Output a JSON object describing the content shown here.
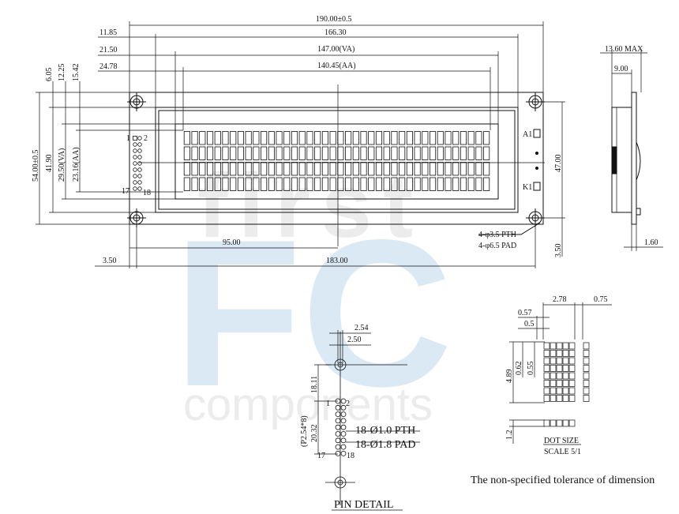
{
  "watermark": {
    "word_top": "first",
    "letters": "FC",
    "word_bottom": "components",
    "color": "#dbe9f5",
    "gray": "#ececec"
  },
  "front_view": {
    "dimensions": {
      "overall_width": "190.00±0.5",
      "width_1": "166.30",
      "view_area_width": "147.00(VA)",
      "active_area_width": "140.45(AA)",
      "off_1": "11.85",
      "off_2": "21.50",
      "off_3": "24.78",
      "v_off_1": "6.05",
      "v_off_2": "12.25",
      "v_off_3": "15.42",
      "overall_height": "54.00±0.5",
      "height_1": "41.90",
      "view_area_height": "29.50(VA)",
      "active_area_height": "23.16(AA)",
      "right_height": "47.00",
      "center_offset": "95.00",
      "left_margin": "3.50",
      "hole_pitch": "183.00",
      "bottom_margin": "3.50"
    },
    "labels": {
      "pin_1": "1",
      "pin_2": "2",
      "pin_17": "17",
      "pin_18": "18",
      "anode": "A1",
      "cathode": "K1",
      "holes_pth": "4-φ3.5 PTH",
      "holes_pad": "4-φ6.5 PAD"
    },
    "char_grid": {
      "columns": 40,
      "rows": 4
    }
  },
  "side_view": {
    "max_thickness": "13.60 MAX",
    "thickness_1": "9.00",
    "pcb_thickness": "1.60"
  },
  "pin_detail": {
    "title": "PIN DETAIL",
    "pitch_1": "2.54",
    "pitch_2": "2.50",
    "offset": "18.11",
    "span": "20.32",
    "pitch_note": "(P2.54*8)",
    "pin_1": "1",
    "pin_2": "2",
    "pin_17": "17",
    "pin_18": "18",
    "pth": "18-Ø1.0 PTH",
    "pad": "18-Ø1.8 PAD"
  },
  "dot_size": {
    "title": "DOT SIZE",
    "scale": "SCALE 5/1",
    "char_width": "2.78",
    "gap": "0.75",
    "dot_pitch": "0.57",
    "dot_width": "0.5",
    "char_height": "4.89",
    "dot_pitch_v": "0.62",
    "dot_height": "0.55",
    "cursor": "1.2"
  },
  "tolerance_note": "The non-specified tolerance of dimension"
}
